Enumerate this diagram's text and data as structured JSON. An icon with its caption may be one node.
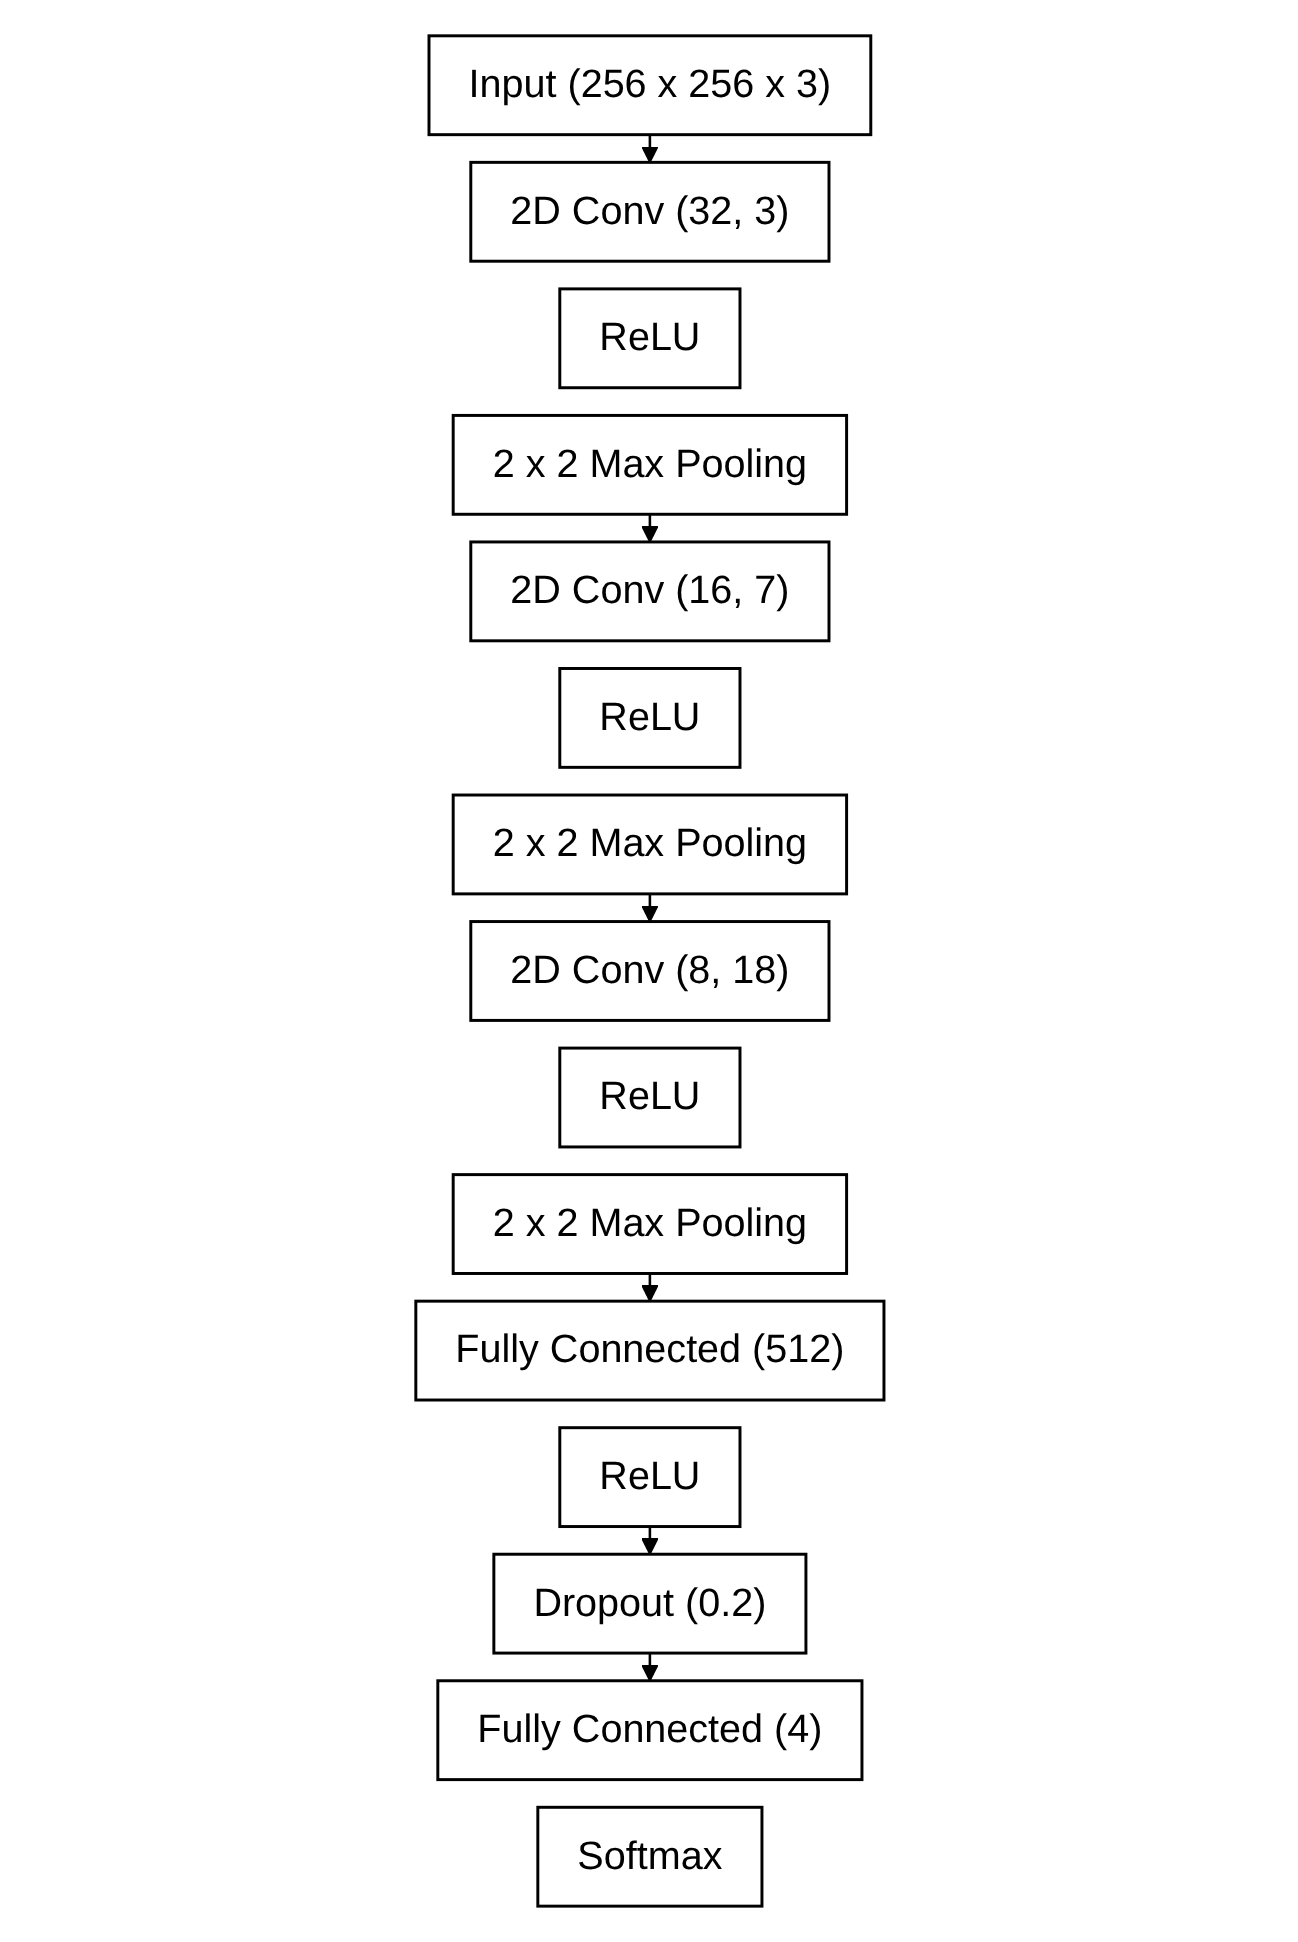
{
  "diagram": {
    "nodes": [
      {
        "text": [
          "Input (256 x 256 x 3)"
        ]
      },
      {
        "text": [
          "2D Conv (32, 3)"
        ]
      },
      {
        "text": [
          "ReLU"
        ]
      },
      {
        "text": [
          "2 x 2 Max Pooling"
        ]
      },
      {
        "text": [
          "2D Conv (16, 7)"
        ]
      },
      {
        "text": [
          "ReLU"
        ]
      },
      {
        "text": [
          "2 x 2 Max Pooling"
        ]
      },
      {
        "text": [
          "2D Conv (8, 18)"
        ]
      },
      {
        "text": [
          "ReLU"
        ]
      },
      {
        "text": [
          "2 x 2 Max Pooling"
        ]
      },
      {
        "text": [
          "Fully Connected (512)"
        ]
      },
      {
        "text": [
          "ReLU"
        ]
      },
      {
        "text": [
          "Dropout (0.2)"
        ]
      },
      {
        "text": [
          "Fully Connected (4)"
        ]
      },
      {
        "text": [
          "Softmax"
        ]
      }
    ],
    "edges": [
      {
        "from": 0,
        "to": 1,
        "arrow": "to"
      },
      {
        "from": 3,
        "to": 4,
        "arrow": "to"
      },
      {
        "from": 6,
        "to": 7,
        "arrow": "to"
      },
      {
        "from": 9,
        "to": 10,
        "arrow": "to"
      },
      {
        "from": 11,
        "to": 12,
        "arrow": "to"
      },
      {
        "from": 12,
        "to": 13,
        "arrow": "to"
      }
    ]
  }
}
